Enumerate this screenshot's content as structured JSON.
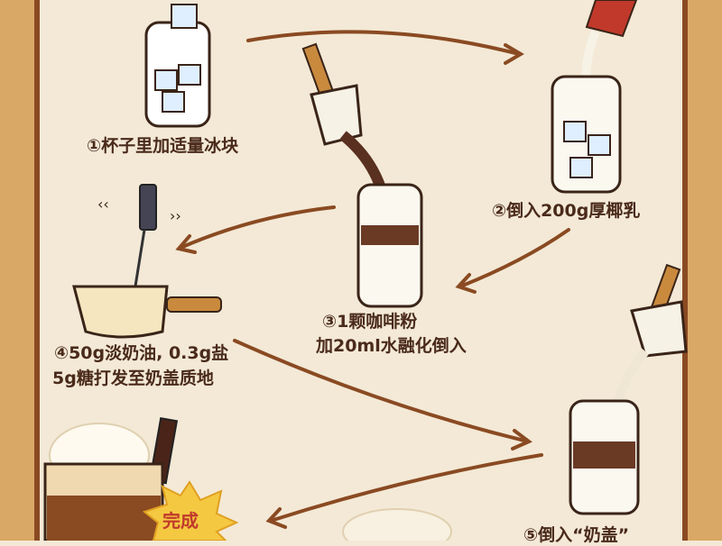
{
  "steps": [
    {
      "text": "①杯子里加适量冰块"
    },
    {
      "text": "②倒入200g厚椰乳"
    },
    {
      "line1": "③1颗咖啡粉",
      "line2": "加20ml水融化倒入"
    },
    {
      "line1": "④50g淡奶油, 0.3g盐",
      "line2": "5g糖打发至奶盖质地"
    },
    {
      "text": "⑤倒入“奶盖”"
    }
  ],
  "badge": {
    "text": "完成"
  },
  "colors": {
    "background": "#f3e9d6",
    "border": "#8a4a22",
    "ink": "#4a2a1a",
    "coffee": "#5a3020",
    "badge": "#f5c842"
  }
}
